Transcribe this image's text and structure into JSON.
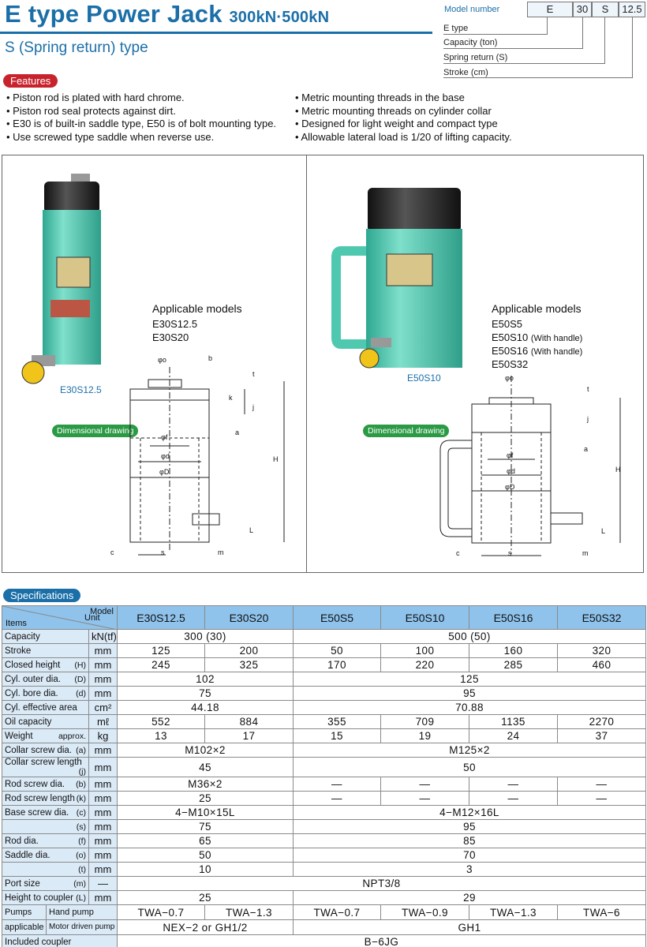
{
  "header": {
    "title": "E type Power Jack",
    "title_sub": "300kN·500kN",
    "subtitle": "S (Spring return) type"
  },
  "model_number": {
    "label": "Model number",
    "parts": [
      "E",
      "30",
      "S",
      "12.5"
    ],
    "legend": [
      "E type",
      "Capacity (ton)",
      "Spring return (S)",
      "Stroke (cm)"
    ]
  },
  "features": {
    "label": "Features",
    "left": [
      "Piston rod is plated with hard chrome.",
      "Piston rod seal protects against dirt.",
      "E30 is of built-in saddle type, E50 is of bolt mounting type.",
      "Use screwed type saddle when reverse use."
    ],
    "right": [
      "Metric mounting threads in the base",
      "Metric mounting threads on cylinder collar",
      "Designed for light weight and compact type",
      "Allowable lateral load is 1/20 of lifting capacity."
    ]
  },
  "figures": {
    "left": {
      "applicable_label": "Applicable models",
      "models": [
        "E30S12.5",
        "E30S20"
      ],
      "photo_caption": "E30S12.5",
      "drawing_label": "Dimensional drawing"
    },
    "right": {
      "applicable_label": "Applicable models",
      "models": [
        "E50S5",
        "E50S10",
        "E50S16",
        "E50S32"
      ],
      "model_notes": [
        "",
        "(With handle)",
        "(With handle)",
        ""
      ],
      "photo_caption": "E50S10",
      "drawing_label": "Dimensional drawing"
    },
    "dim_labels": [
      "φo",
      "b",
      "t",
      "k",
      "j",
      "a",
      "φf",
      "φd",
      "φD",
      "H",
      "L",
      "c",
      "s",
      "m"
    ]
  },
  "specs": {
    "label": "Specifications",
    "head_model": "Model",
    "head_items": "Items",
    "head_unit": "Unit",
    "models": [
      "E30S12.5",
      "E30S20",
      "E50S5",
      "E50S10",
      "E50S16",
      "E50S32"
    ],
    "rows": {
      "capacity": {
        "item": "Capacity",
        "unit": "kN(tf)",
        "e30": "300 (30)",
        "e50": "500 (50)"
      },
      "stroke": {
        "item": "Stroke",
        "unit": "mm",
        "v": [
          "125",
          "200",
          "50",
          "100",
          "160",
          "320"
        ]
      },
      "closed": {
        "item": "Closed height",
        "sym": "(H)",
        "unit": "mm",
        "v": [
          "245",
          "325",
          "170",
          "220",
          "285",
          "460"
        ]
      },
      "outer": {
        "item": "Cyl. outer dia.",
        "sym": "(D)",
        "unit": "mm",
        "e30": "102",
        "e50": "125"
      },
      "bore": {
        "item": "Cyl. bore dia.",
        "sym": "(d)",
        "unit": "mm",
        "e30": "75",
        "e50": "95"
      },
      "area": {
        "item": "Cyl. effective area",
        "unit": "cm²",
        "e30": "44.18",
        "e50": "70.88"
      },
      "oil": {
        "item": "Oil capacity",
        "unit": "mℓ",
        "v": [
          "552",
          "884",
          "355",
          "709",
          "1135",
          "2270"
        ]
      },
      "weight": {
        "item": "Weight",
        "sym": "approx.",
        "unit": "kg",
        "v": [
          "13",
          "17",
          "15",
          "19",
          "24",
          "37"
        ]
      },
      "collar_dia": {
        "item": "Collar screw dia.",
        "sym": "(a)",
        "unit": "mm",
        "e30": "M102×2",
        "e50": "M125×2"
      },
      "collar_len": {
        "item": "Collar screw length",
        "sym": "(j)",
        "unit": "mm",
        "e30": "45",
        "e50": "50"
      },
      "rod_screw": {
        "item": "Rod screw dia.",
        "sym": "(b)",
        "unit": "mm",
        "e30": "M36×2",
        "v50": [
          "—",
          "—",
          "—",
          "—"
        ]
      },
      "rod_len": {
        "item": "Rod screw length",
        "sym": "(k)",
        "unit": "mm",
        "e30": "25",
        "v50": [
          "—",
          "—",
          "—",
          "—"
        ]
      },
      "base_screw": {
        "item": "Base screw dia.",
        "sym": "(c)",
        "unit": "mm",
        "e30": "4−M10×15L",
        "e50": "4−M12×16L"
      },
      "s": {
        "item": "",
        "sym": "(s)",
        "unit": "mm",
        "e30": "75",
        "e50": "95"
      },
      "rod_dia": {
        "item": "Rod dia.",
        "sym": "(f)",
        "unit": "mm",
        "e30": "65",
        "e50": "85"
      },
      "saddle": {
        "item": "Saddle dia.",
        "sym": "(o)",
        "unit": "mm",
        "e30": "50",
        "e50": "70"
      },
      "t": {
        "item": "",
        "sym": "(t)",
        "unit": "mm",
        "e30": "10",
        "e50": "3"
      },
      "port": {
        "item": "Port size",
        "sym": "(m)",
        "unit": "—",
        "all": "NPT3/8"
      },
      "coupler_h": {
        "item": "Height to coupler",
        "sym": "(L)",
        "unit": "mm",
        "e30": "25",
        "e50": "29"
      },
      "hand": {
        "group": "Pumps",
        "group2": "applicable",
        "item": "Hand pump",
        "v": [
          "TWA−0.7",
          "TWA−1.3",
          "TWA−0.7",
          "TWA−0.9",
          "TWA−1.3",
          "TWA−6"
        ]
      },
      "motor": {
        "item": "Motor driven pump",
        "e30": "NEX−2 or GH1/2",
        "e50": "GH1"
      },
      "coupler": {
        "item": "Included coupler",
        "all": "B−6JG"
      }
    }
  },
  "colors": {
    "accent": "#1b6fa8",
    "cylinder": "#4fc8b0",
    "header": "#8fc3ec",
    "features_pill": "#c8232c",
    "drawing_pill": "#2b9a44"
  }
}
